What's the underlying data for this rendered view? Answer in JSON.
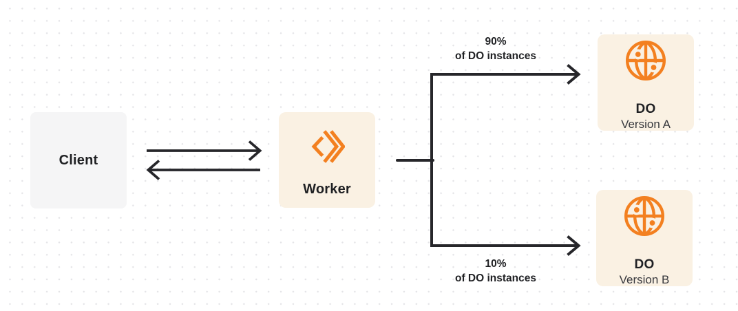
{
  "nodes": {
    "client": {
      "label": "Client"
    },
    "worker": {
      "label": "Worker",
      "icon": "cloudflare-workers-icon"
    },
    "do_version_a": {
      "title": "DO",
      "subtitle": "Version A",
      "icon": "durable-object-globe-icon"
    },
    "do_version_b": {
      "title": "DO",
      "subtitle": "Version B",
      "icon": "durable-object-globe-icon"
    }
  },
  "edges": {
    "client_worker": {
      "style": "double-arrow"
    },
    "worker_to_do_a": {
      "label_line1": "90%",
      "label_line2": "of DO instances"
    },
    "worker_to_do_b": {
      "label_line1": "10%",
      "label_line2": "of DO instances"
    }
  },
  "colors": {
    "accent_orange": "#F38020",
    "node_cream_bg": "#FAF1E3",
    "node_gray_bg": "#F5F5F6",
    "line_dark": "#26262A",
    "text_primary": "#1F2023",
    "text_secondary": "#37383D",
    "dot_grid": "#E4E4E7",
    "background": "#FFFFFF"
  }
}
